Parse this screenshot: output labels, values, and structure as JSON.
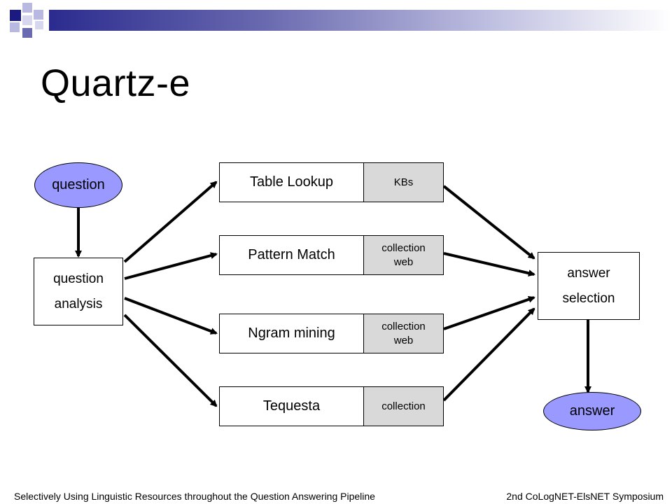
{
  "slide": {
    "title": "Quartz-e",
    "footer_left": "Selectively Using Linguistic Resources throughout the Question Answering Pipeline",
    "footer_right": "2nd CoLogNET-ElsNET Symposium"
  },
  "diagram": {
    "question": "question",
    "analysis": {
      "line1": "question",
      "line2": "analysis"
    },
    "modules": [
      {
        "name": "Table Lookup",
        "resource": [
          "KBs"
        ]
      },
      {
        "name": "Pattern Match",
        "resource": [
          "collection",
          "web"
        ]
      },
      {
        "name": "Ngram mining",
        "resource": [
          "collection",
          "web"
        ]
      },
      {
        "name": "Tequesta",
        "resource": [
          "collection"
        ]
      }
    ],
    "selection": {
      "line1": "answer",
      "line2": "selection"
    },
    "answer": "answer"
  },
  "colors": {
    "ellipse_fill": "#9999ff",
    "resource_fill": "#d9d9d9",
    "banner_dark": "#2b2b8f"
  }
}
